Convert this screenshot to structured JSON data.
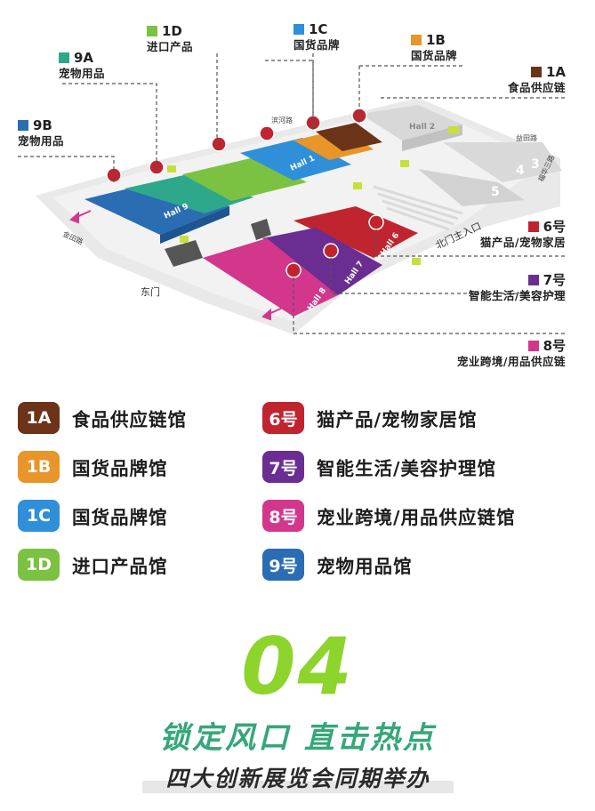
{
  "callouts": {
    "c1d": {
      "code": "1D",
      "desc": "进口产品",
      "color": "#7cc242"
    },
    "c9a": {
      "code": "9A",
      "desc": "宠物用品",
      "color": "#2ea88a"
    },
    "c1c": {
      "code": "1C",
      "desc": "国货品牌",
      "color": "#2f8fd8"
    },
    "c1b": {
      "code": "1B",
      "desc": "国货品牌",
      "color": "#e8952a"
    },
    "c1a": {
      "code": "1A",
      "desc": "食品供应链",
      "color": "#6b3318"
    },
    "c9b": {
      "code": "9B",
      "desc": "宠物用品",
      "color": "#2a6db3"
    },
    "c6": {
      "code": "6号",
      "desc": "猫产品/宠物家居",
      "color": "#c0242e"
    },
    "c7": {
      "code": "7号",
      "desc": "智能生活/美容护理",
      "color": "#6a2d92"
    },
    "c8": {
      "code": "8号",
      "desc": "宠业跨境/用品供应链",
      "color": "#d2378c"
    }
  },
  "map": {
    "roads": {
      "binhe": "滨河路",
      "yitian": "益田路",
      "fuhua": "福华三路",
      "jintian": "金田路"
    },
    "halls": {
      "h2": "Hall 2",
      "h1": "Hall 1",
      "h9": "Hall 9",
      "h6": "Hall 6",
      "h7": "Hall 7",
      "h8": "Hall 8",
      "n3": "3",
      "n4": "4",
      "n5": "5"
    },
    "gates": {
      "north": "北门主入口",
      "east": "东门"
    }
  },
  "legend": [
    {
      "badge": "1A",
      "label": "食品供应链馆",
      "color": "#6b3318"
    },
    {
      "badge": "6号",
      "label": "猫产品/宠物家居馆",
      "color": "#c0242e"
    },
    {
      "badge": "1B",
      "label": "国货品牌馆",
      "color": "#e8952a"
    },
    {
      "badge": "7号",
      "label": "智能生活/美容护理馆",
      "color": "#6a2d92"
    },
    {
      "badge": "1C",
      "label": "国货品牌馆",
      "color": "#2f8fd8"
    },
    {
      "badge": "8号",
      "label": "宠业跨境/用品供应链馆",
      "color": "#d2378c"
    },
    {
      "badge": "1D",
      "label": "进口产品馆",
      "color": "#7cc242"
    },
    {
      "badge": "9号",
      "label": "宠物用品馆",
      "color": "#2a6db3"
    }
  ],
  "footer": {
    "number": "04",
    "title": "锁定风口 直击热点",
    "subtitle": "四大创新展览会同期举办"
  }
}
